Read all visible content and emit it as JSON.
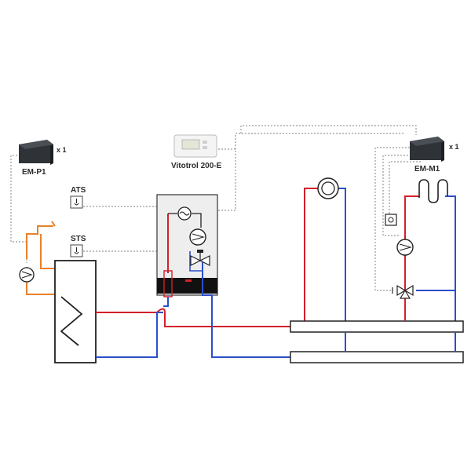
{
  "labels": {
    "em_p1": "EM-P1",
    "em_p1_qty": "x 1",
    "em_m1": "EM-M1",
    "em_m1_qty": "x 1",
    "vitotrol": "Vitotrol 200-E",
    "ats": "ATS",
    "sts": "STS"
  },
  "icons": {
    "sensor": "temperature-sensor-icon",
    "pump": "circulation-pump-icon",
    "mixer": "three-way-valve-icon"
  },
  "colors": {
    "flow": "#d3202a",
    "return": "#2b4fc9",
    "solar": "#e8812a",
    "signal": "#9a9a9a",
    "outline": "#222222",
    "module": "#2f3237"
  }
}
